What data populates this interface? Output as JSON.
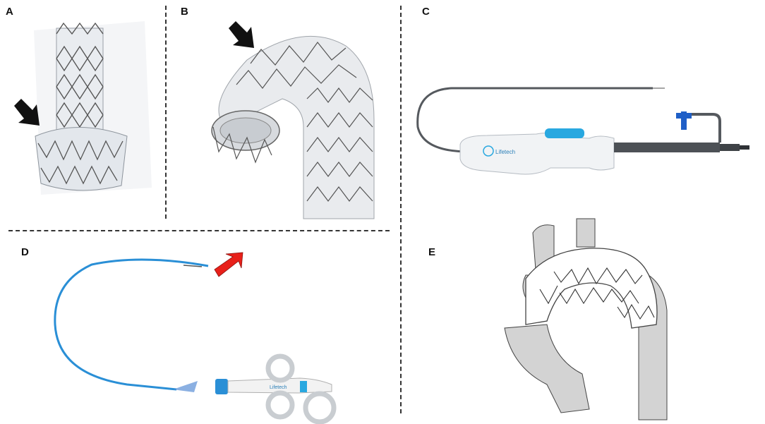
{
  "panels": {
    "a": {
      "label": "A"
    },
    "b": {
      "label": "B"
    },
    "c": {
      "label": "C",
      "brand_text": "Lifetech"
    },
    "d": {
      "label": "D",
      "brand_text": "Lifetech"
    },
    "e": {
      "label": "E"
    }
  },
  "colors": {
    "black_arrow": "#111111",
    "red_arrow": "#e8201a",
    "catheter_blue": "#2a8fd6",
    "handle_accent": "#29a8e0",
    "stent_wire": "#555555"
  },
  "icons": {
    "panel_a_arrow": "arrow-down-right-icon",
    "panel_b_arrow": "arrow-down-right-icon",
    "panel_d_arrow": "arrow-down-left-icon"
  }
}
